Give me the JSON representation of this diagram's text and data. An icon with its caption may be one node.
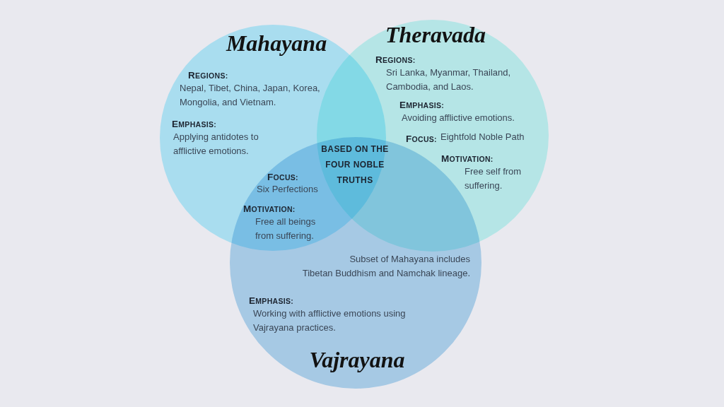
{
  "diagram": {
    "nodes": [
      {
        "text": [
          "Mahayana",
          "REGIONS:",
          "Nepal, Tibet, China, Japan, Korea, Mongolia, and Vietnam.",
          "EMPHASIS:",
          "Applying antidotes to afflictive emotions."
        ]
      },
      {
        "text": [
          "Theravada",
          "REGIONS:",
          "Sri Lanka, Myanmar, Thailand, Cambodia, and Laos.",
          "EMPHASIS:",
          "Avoiding afflictive emotions.",
          "FOCUS:",
          "Eightfold Noble Path",
          "MOTIVATION:",
          "Free self from suffering."
        ]
      },
      {
        "text": [
          "Subset of Mahayana includes Tibetan Buddhism and Namchak lineage.",
          "EMPHASIS:",
          "Working with afflictive emotions using Vajrayana practices.",
          "Vajrayana"
        ]
      }
    ],
    "labels": [
      "BASED ON THE FOUR NOBLE TRUTHS",
      "FOCUS:",
      "Six Perfections",
      "MOTIVATION:",
      "Free all beings from suffering."
    ]
  }
}
